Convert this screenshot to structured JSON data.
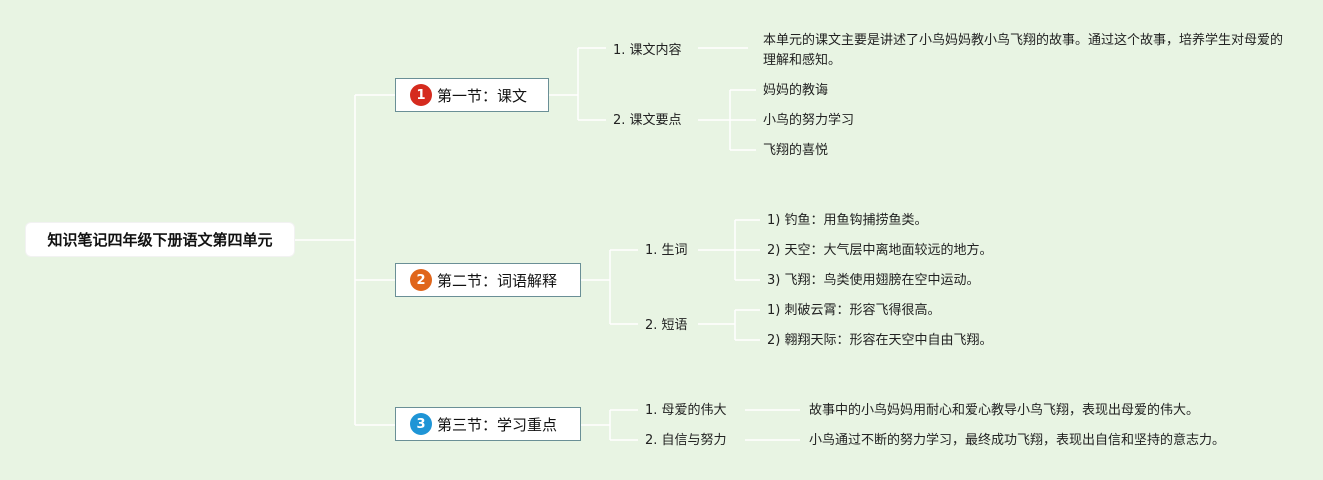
{
  "root": {
    "title": "知识笔记四年级下册语文第四单元"
  },
  "sections": [
    {
      "number": "1",
      "title": "第一节：课文",
      "badge_color": "#d52b1e",
      "topics": [
        {
          "label": "1. 课文内容",
          "details": [
            "本单元的课文主要是讲述了小鸟妈妈教小鸟飞翔的故事。通过这个故事，培养学生对母爱的理解和感知。"
          ]
        },
        {
          "label": "2. 课文要点",
          "details": [
            "妈妈的教诲",
            "小鸟的努力学习",
            "飞翔的喜悦"
          ]
        }
      ]
    },
    {
      "number": "2",
      "title": "第二节：词语解释",
      "badge_color": "#e0661b",
      "topics": [
        {
          "label": "1. 生词",
          "details": [
            "1) 钓鱼：用鱼钩捕捞鱼类。",
            "2) 天空：大气层中离地面较远的地方。",
            "3) 飞翔：鸟类使用翅膀在空中运动。"
          ]
        },
        {
          "label": "2. 短语",
          "details": [
            "1) 刺破云霄：形容飞得很高。",
            "2) 翱翔天际：形容在天空中自由飞翔。"
          ]
        }
      ]
    },
    {
      "number": "3",
      "title": "第三节：学习重点",
      "badge_color": "#1f95d6",
      "topics": [
        {
          "label": "1. 母爱的伟大",
          "details": [
            "故事中的小鸟妈妈用耐心和爱心教导小鸟飞翔，表现出母爱的伟大。"
          ]
        },
        {
          "label": "2. 自信与努力",
          "details": [
            "小鸟通过不断的努力学习，最终成功飞翔，表现出自信和坚持的意志力。"
          ]
        }
      ]
    }
  ],
  "colors": {
    "background": "#e8f4e3",
    "line": "#ffffff",
    "section_border": "#6a8f96"
  }
}
